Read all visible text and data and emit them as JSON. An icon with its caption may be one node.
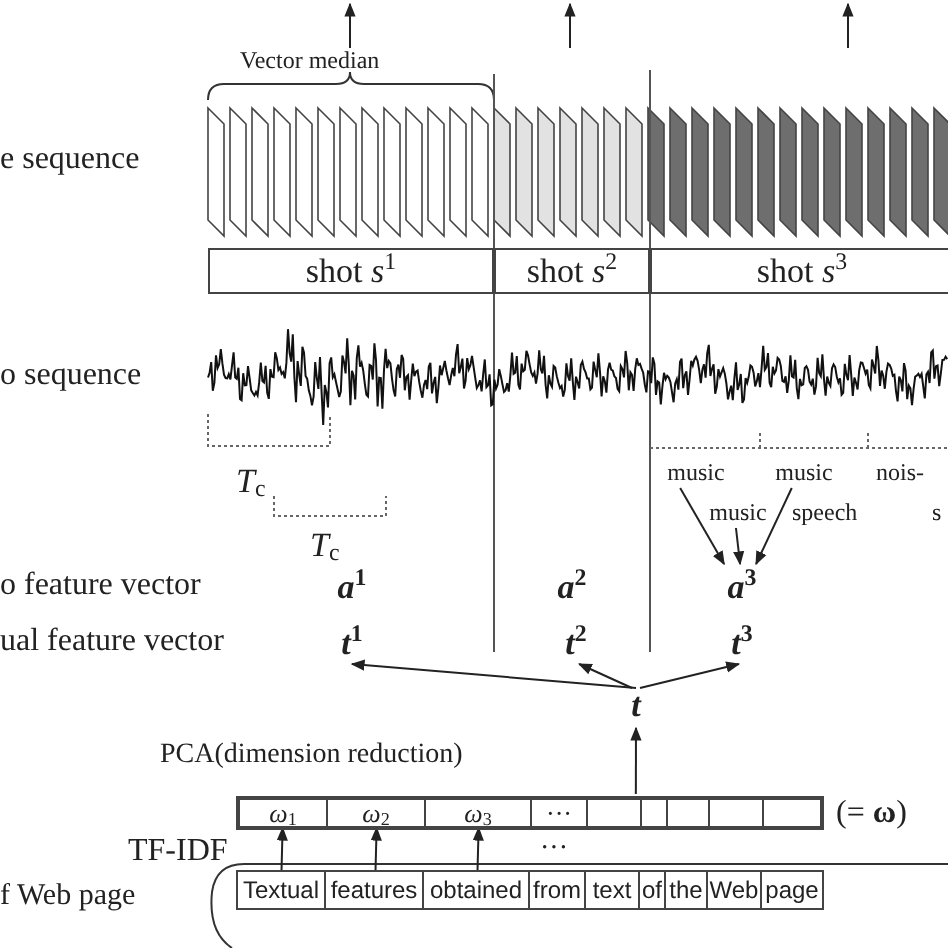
{
  "diagram": {
    "nodes": [
      {
        "text": [
          "shot *s*$^{1}$"
        ]
      },
      {
        "text": [
          "shot *s*$^{2}$"
        ]
      },
      {
        "text": [
          "shot *s*$^{3}$"
        ]
      },
      {
        "text": [
          "music"
        ]
      },
      {
        "text": [
          "music"
        ]
      },
      {
        "text": [
          "music"
        ]
      },
      {
        "text": [
          "*a*$^{1}$"
        ]
      },
      {
        "text": [
          "*a*$^{2}$"
        ]
      },
      {
        "text": [
          "*a*$^{3}$"
        ]
      },
      {
        "text": [
          "*t*$^{1}$"
        ]
      },
      {
        "text": [
          "*t*$^{2}$"
        ]
      },
      {
        "text": [
          "*t*$^{3}$"
        ]
      },
      {
        "text": [
          "t"
        ]
      },
      {
        "text": [],
        "shape": "box"
      },
      {
        "text": [
          "*ω*$_{1}$"
        ],
        "in": 13
      },
      {
        "text": [
          "*ω*$_{2}$"
        ],
        "in": 13
      },
      {
        "text": [
          "*ω*$_{3}$"
        ],
        "in": 13
      },
      {
        "text": [
          "···"
        ],
        "in": 13
      },
      {
        "text": [],
        "shape": "box",
        "in": 13
      },
      {
        "text": [],
        "shape": "box",
        "in": 13
      },
      {
        "text": [],
        "shape": "box",
        "in": 13
      },
      {
        "text": [],
        "shape": "box",
        "in": 13
      },
      {
        "text": [],
        "shape": "box",
        "in": 13
      },
      {
        "text": [
          "Textual"
        ]
      },
      {
        "text": [
          "features"
        ]
      },
      {
        "text": [
          "obtained"
        ]
      },
      {
        "text": [
          "from"
        ]
      },
      {
        "text": [
          "text"
        ]
      },
      {
        "text": [
          "of"
        ]
      },
      {
        "text": [
          "the"
        ]
      },
      {
        "text": [
          "Web"
        ]
      },
      {
        "text": [
          "page"
        ]
      }
    ],
    "edges": [
      {
        "from": 3,
        "to": 8,
        "arrow": "to"
      },
      {
        "from": 5,
        "to": 8,
        "arrow": "to"
      },
      {
        "from": 4,
        "to": 8,
        "arrow": "to"
      },
      {
        "from": 12,
        "to": 9,
        "arrow": "to"
      },
      {
        "from": 12,
        "to": 10,
        "arrow": "to"
      },
      {
        "from": 12,
        "to": 11,
        "arrow": "to"
      },
      {
        "from": 13,
        "to": 12,
        "arrow": "to"
      },
      {
        "from": 23,
        "to": 14,
        "arrow": "to"
      },
      {
        "from": 24,
        "to": 15,
        "arrow": "to"
      },
      {
        "from": 25,
        "to": 16,
        "arrow": "to"
      }
    ],
    "labels": [
      "Vector median",
      "e sequence",
      "o sequence",
      "*T*$_{c}$",
      "nois-",
      "*T*$_{c}$",
      "speech",
      "s",
      "o feature vector",
      "ual feature vector",
      "PCA(dimension reduction)",
      "(= **ω**)",
      "TF-IDF",
      "···",
      "f Web page"
    ]
  }
}
